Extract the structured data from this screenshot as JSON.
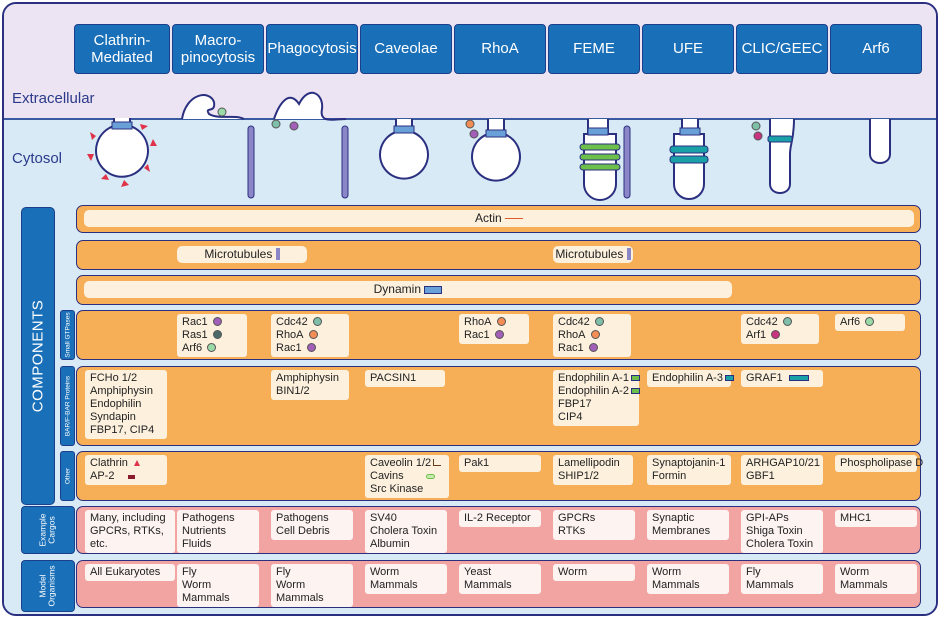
{
  "headers": [
    "Clathrin-\nMediated",
    "Macro-\npinocytosis",
    "Phagocytosis",
    "Caveolae",
    "RhoA",
    "FEME",
    "UFE",
    "CLIC/GEEC",
    "Arf6"
  ],
  "regions": {
    "extracellular": "Extracellular",
    "cytosol": "Cytosol"
  },
  "components_label": "COMPONENTS",
  "row_labels": {
    "small_gtpases": "Small GTPases",
    "bar": "BAR/F-BAR Proteins",
    "other": "Other",
    "cargos": "Example\nCargos",
    "organisms": "Model\nOrganisms"
  },
  "actin": "Actin",
  "microtubules": [
    "Microtubules",
    "Microtubules"
  ],
  "dynamin": "Dynamin",
  "gtpases": {
    "macro": [
      "Rac1",
      "Ras1",
      "Arf6"
    ],
    "phago": [
      "Cdc42",
      "RhoA",
      "Rac1"
    ],
    "rhoa": [
      "RhoA",
      "Rac1"
    ],
    "feme": [
      "Cdc42",
      "RhoA",
      "Rac1"
    ],
    "clic": [
      "Cdc42",
      "Arf1"
    ],
    "arf6": [
      "Arf6"
    ]
  },
  "gtpase_colors": {
    "Rac1": "#a25fb8",
    "Ras1": "#4d6a6a",
    "Arf6": "#9ad9a8",
    "Cdc42": "#7fbfa8",
    "RhoA": "#f28d55",
    "Arf1": "#c8347f"
  },
  "bar": {
    "cme": [
      "FCHo 1/2",
      "Amphiphysin",
      "Endophilin",
      "Syndapin",
      "FBP17, CIP4"
    ],
    "phago": [
      "Amphiphysin",
      "BIN1/2"
    ],
    "caveolae": [
      "PACSIN1"
    ],
    "feme": [
      "Endophilin A-1",
      "Endophilin A-2",
      "FBP17",
      "CIP4"
    ],
    "ufe": [
      "Endophilin A-3"
    ],
    "clic": [
      "GRAF1"
    ]
  },
  "other": {
    "cme": [
      "Clathrin",
      "AP-2"
    ],
    "caveolae": [
      "Caveolin 1/2",
      "Cavins",
      "Src Kinase"
    ],
    "rhoa": [
      "Pak1"
    ],
    "feme": [
      "Lamellipodin",
      "SHIP1/2"
    ],
    "ufe": [
      "Synaptojanin-1",
      "Formin"
    ],
    "clic": [
      "ARHGAP10/21",
      "GBF1"
    ],
    "arf6": [
      "Phospholipase D"
    ]
  },
  "cargos": {
    "cme": [
      "Many, including",
      "GPCRs, RTKs,",
      "etc."
    ],
    "macro": [
      "Pathogens",
      "Nutrients",
      "Fluids"
    ],
    "phago": [
      "Pathogens",
      "Cell Debris"
    ],
    "caveolae": [
      "SV40",
      "Cholera Toxin",
      "Albumin"
    ],
    "rhoa": [
      "IL-2 Receptor"
    ],
    "feme": [
      "GPCRs",
      "RTKs"
    ],
    "ufe": [
      "Synaptic",
      "Membranes"
    ],
    "clic": [
      "GPI-APs",
      "Shiga Toxin",
      "Cholera Toxin"
    ],
    "arf6": [
      "MHC1"
    ]
  },
  "organisms": {
    "cme": [
      "All Eukaryotes"
    ],
    "macro": [
      "Fly",
      "Worm",
      "Mammals"
    ],
    "phago": [
      "Fly",
      "Worm",
      "Mammals"
    ],
    "caveolae": [
      "Worm",
      "Mammals"
    ],
    "rhoa": [
      "Yeast",
      "Mammals"
    ],
    "feme": [
      "Worm"
    ],
    "ufe": [
      "Worm",
      "Mammals"
    ],
    "clic": [
      "Fly",
      "Mammals"
    ],
    "arf6": [
      "Worm",
      "Mammals"
    ]
  },
  "colors": {
    "header": "#1a70b8",
    "orange": "#f6ae57",
    "pink": "#f1a4a2",
    "extracellular": "#ece4f2",
    "cytosol": "#d7eaf6"
  }
}
